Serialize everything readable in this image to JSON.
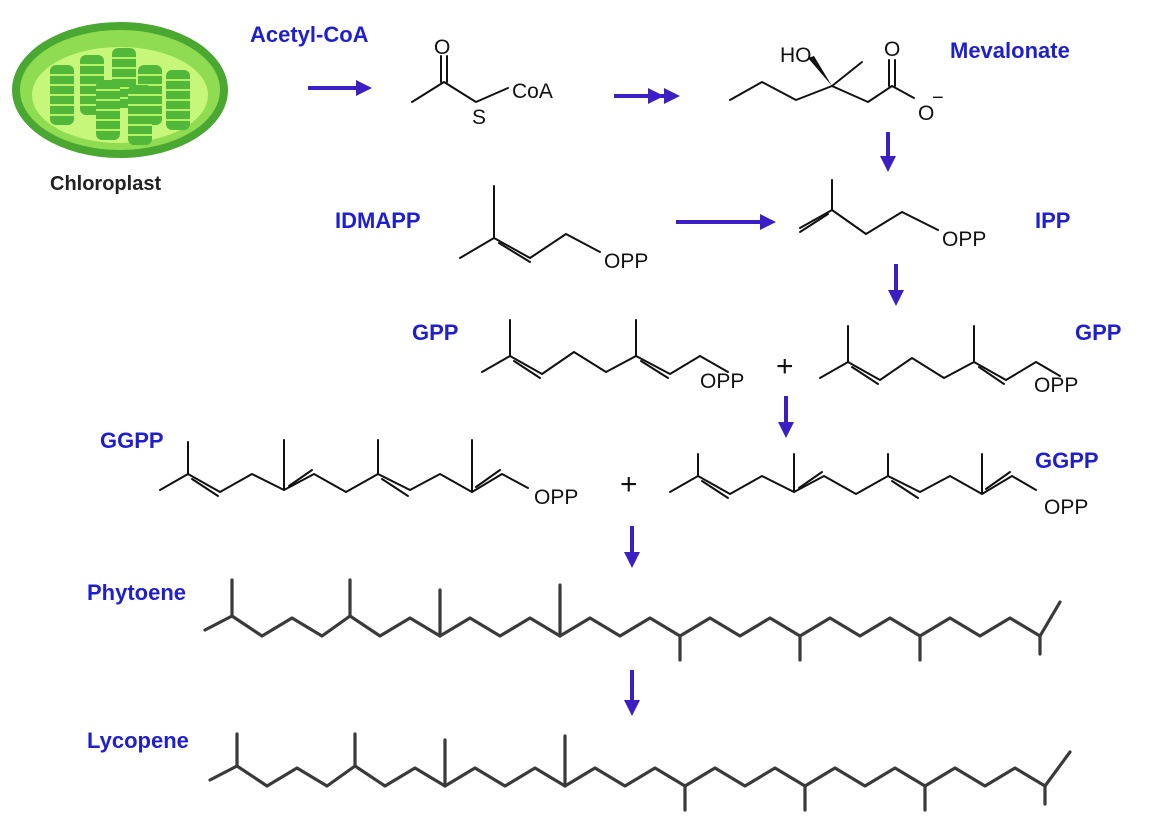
{
  "labels": {
    "organelle": "Chloroplast",
    "acetyl_coa": "Acetyl-CoA",
    "mevalonate": "Mevalonate",
    "idmapp": "IDMAPP",
    "ipp": "IPP",
    "gpp_left": "GPP",
    "gpp_right": "GPP",
    "ggpp_left": "GGPP",
    "ggpp_right": "GGPP",
    "phytoene": "Phytoene",
    "lycopene": "Lycopene"
  },
  "atoms": {
    "oxygen": "O",
    "sulfur": "S",
    "coa": "CoA",
    "hydroxyl": "HO",
    "charge": "−",
    "opp": "OPP"
  },
  "plus_sign": "+",
  "colors": {
    "label_blue": "#1f1fd0",
    "arrow_purple": "#3b1fc4",
    "chloroplast_green": "#6cc24a",
    "chloroplast_inner": "#b6f266",
    "grana": "#52b83a"
  },
  "icon": "chloroplast-icon"
}
